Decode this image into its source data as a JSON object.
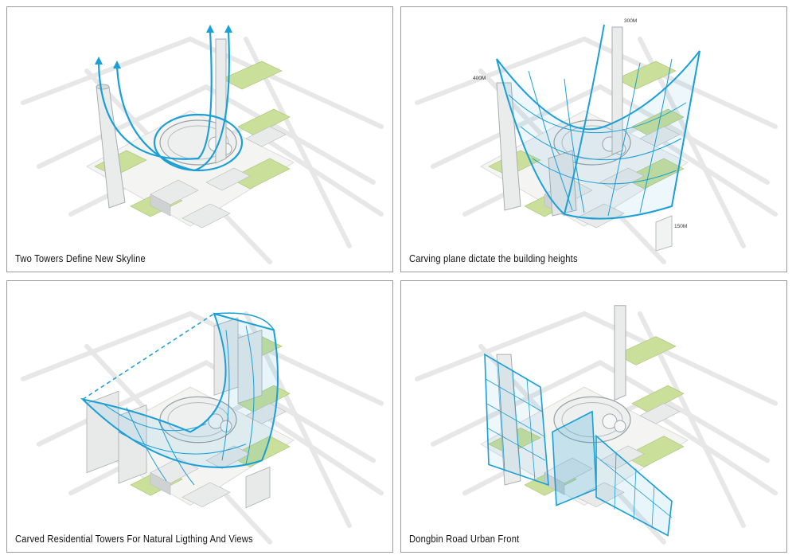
{
  "panels": [
    {
      "caption": "Two Towers Define New Skyline",
      "labels": []
    },
    {
      "caption": "Carving plane dictate the building heights",
      "labels": [
        "300M",
        "400M",
        "150M"
      ]
    },
    {
      "caption": "Carved Residential Towers For Natural Ligthing And Views",
      "labels": []
    },
    {
      "caption": "Dongbin Road Urban Front",
      "labels": []
    }
  ],
  "colors": {
    "accent": "#1a9fd6",
    "green": "#c9df9a",
    "building": "#e9eaea"
  }
}
